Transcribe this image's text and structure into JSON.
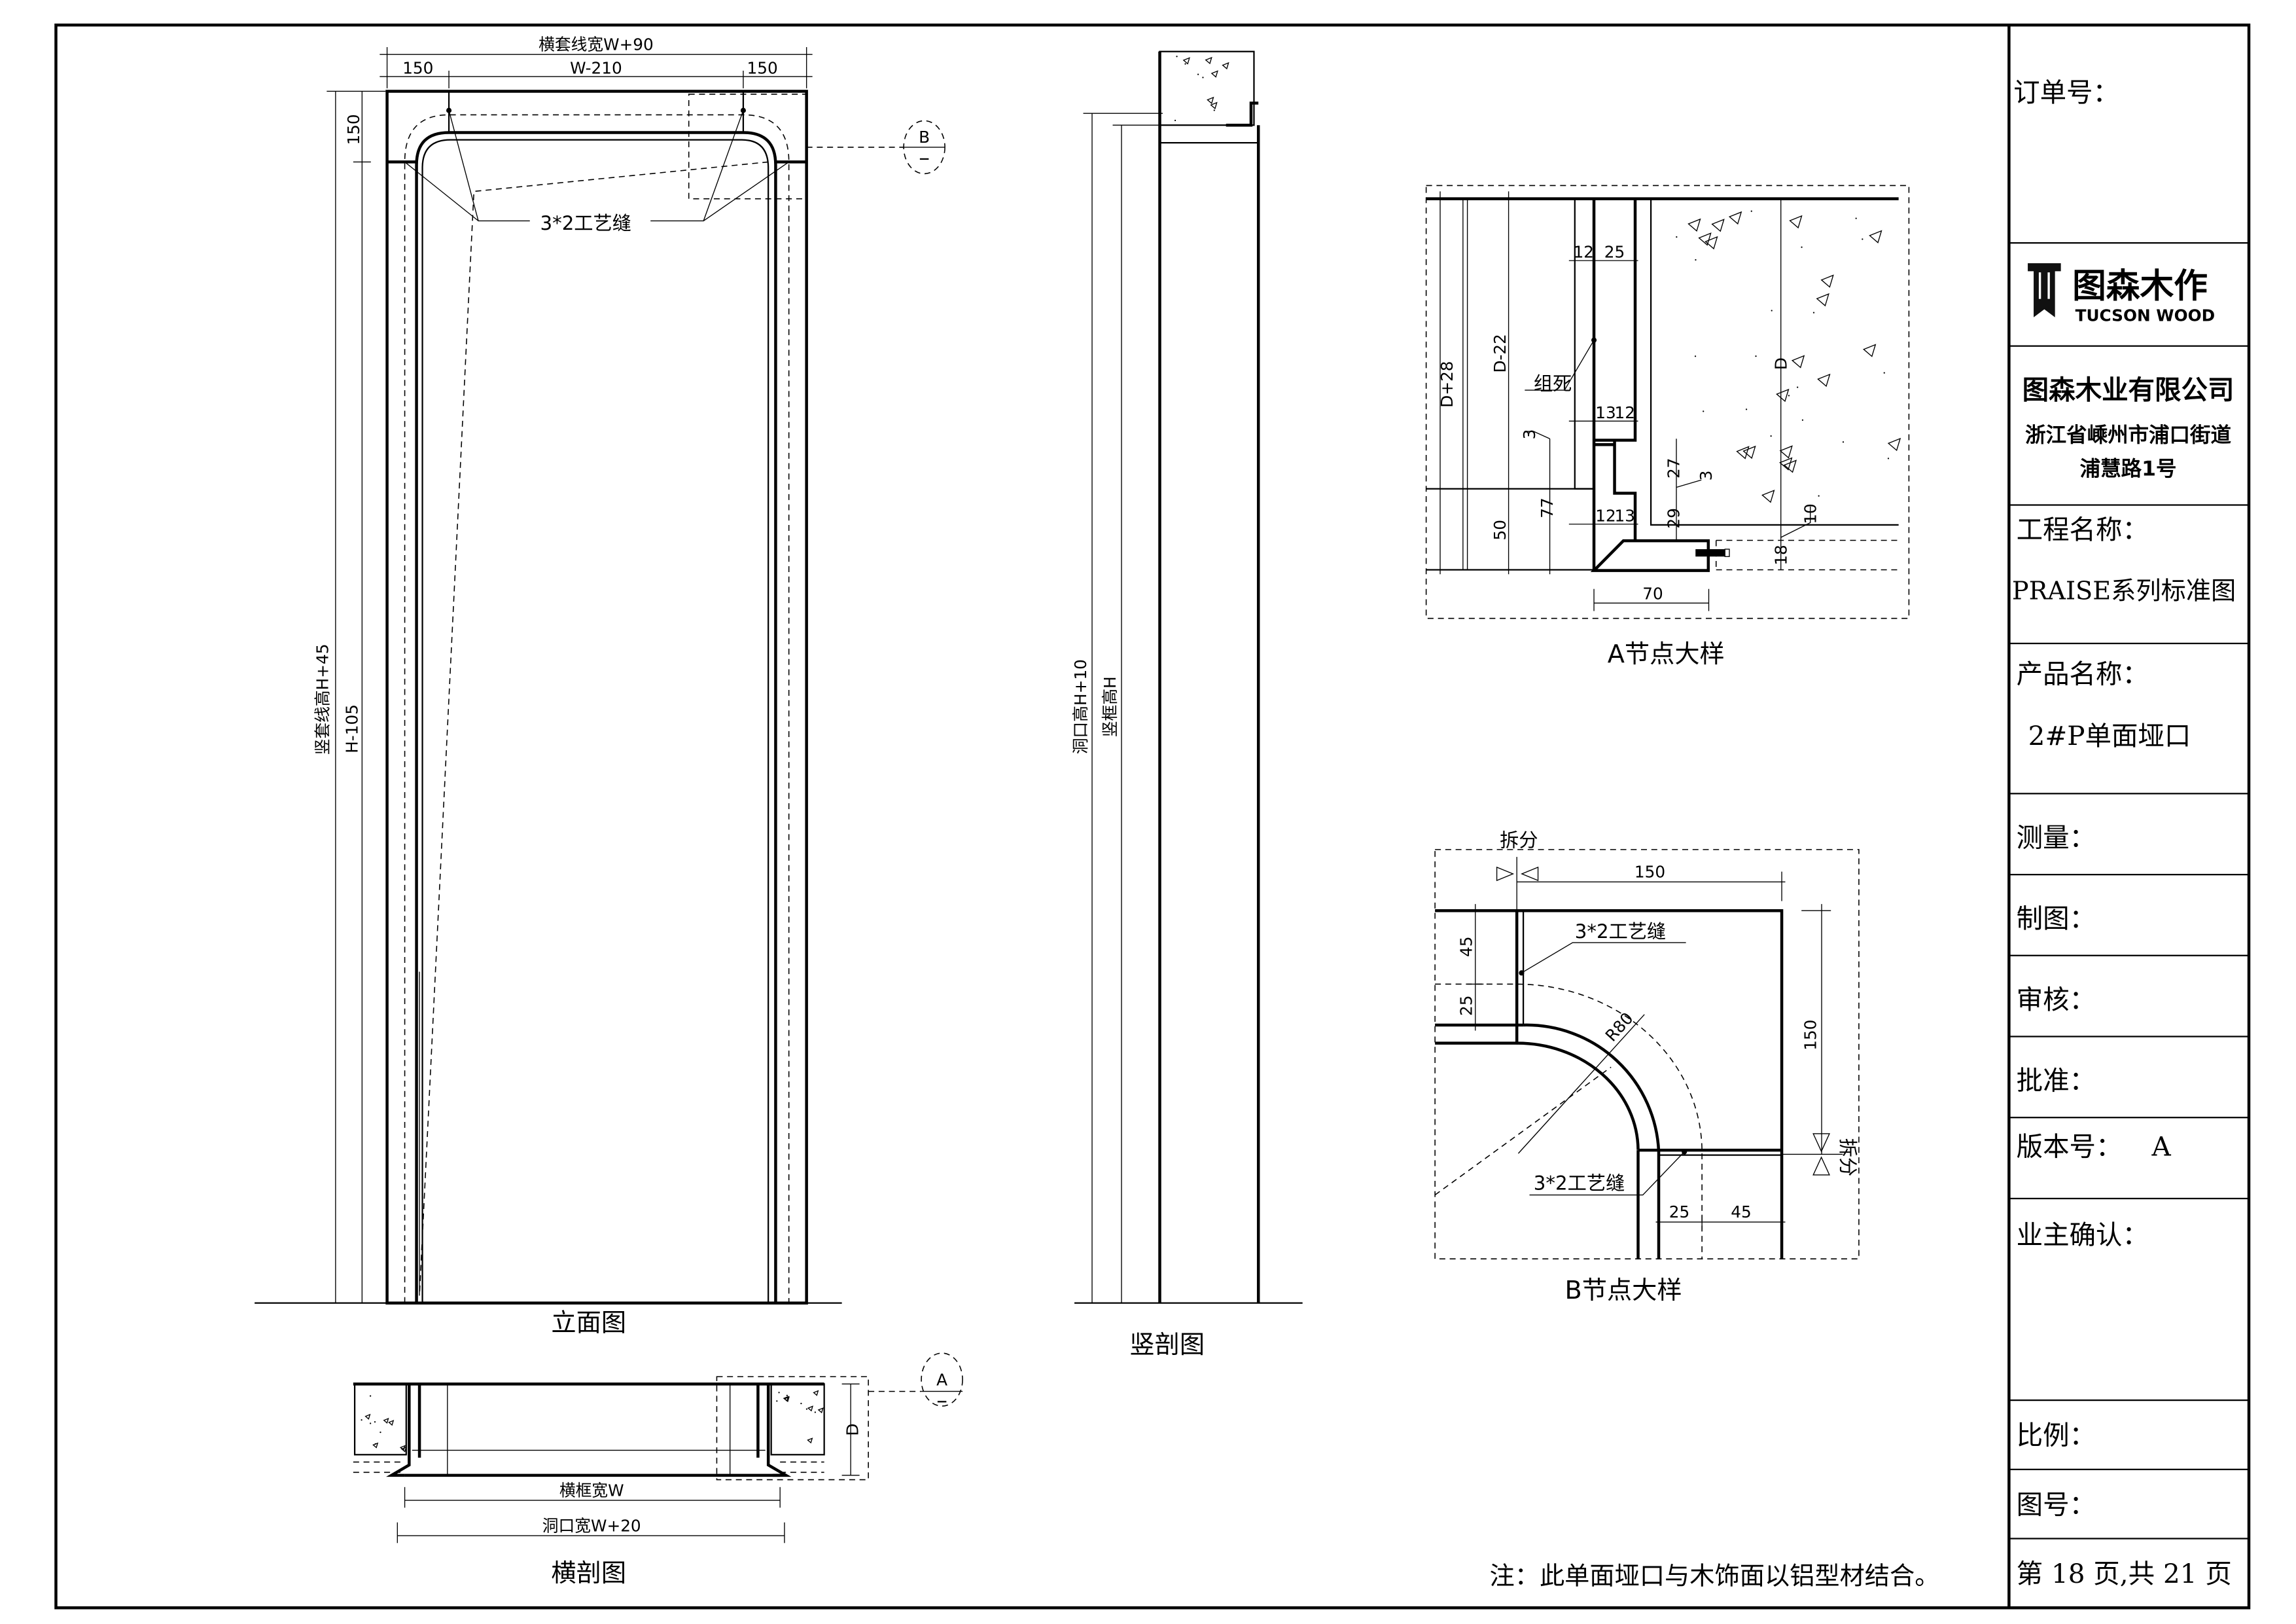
{
  "title_block": {
    "order_no_label": "订单号：",
    "logo": {
      "cn": "图森木作",
      "en": "TUCSON WOOD"
    },
    "company": "图森木业有限公司",
    "address_line1": "浙江省嵊州市浦口街道",
    "address_line2": "浦慧路1号",
    "project_label": "工程名称：",
    "project_value": "PRAISE系列标准图",
    "product_label": "产品名称：",
    "product_value": "2#P单面垭口",
    "measure_label": "测量：",
    "drawing_label": "制图：",
    "review_label": "审核：",
    "approve_label": "批准：",
    "version_label": "版本号：",
    "version_value": "A",
    "owner_confirm_label": "业主确认：",
    "scale_label": "比例：",
    "drawing_no_label": "图号：",
    "page_info": "第 18 页,共 21 页"
  },
  "elevation": {
    "title": "立面图",
    "overall_width": "横套线宽W+90",
    "left_width": "150",
    "middle_width": "W-210",
    "right_width": "150",
    "top_height": "150",
    "casing_height": "竖套线高H+45",
    "inner_height": "H-105",
    "gap_note": "3*2工艺缝",
    "callout": "B"
  },
  "vertical_section": {
    "title": "竖剖图",
    "opening_height": "洞口高H+10",
    "frame_height": "竖框高H"
  },
  "horizontal_section": {
    "title": "横剖图",
    "frame_width": "横框宽W",
    "opening_width": "洞口宽W+20",
    "depth": "D",
    "callout": "A"
  },
  "detail_a": {
    "title": "A节点大样",
    "d_plus_28": "D+28",
    "d_minus_22": "D-22",
    "dim_12a": "12",
    "dim_25": "25",
    "fixed_note": "组死",
    "dim_13a": "13",
    "dim_12b": "12",
    "dim_3a": "3",
    "dim_77": "77",
    "dim_50": "50",
    "dim_27": "27",
    "dim_3b": "3",
    "dim_29": "29",
    "dim_12c": "12",
    "dim_13b": "13",
    "dim_d": "D",
    "dim_10": "10",
    "dim_18": "18",
    "dim_70": "70"
  },
  "detail_b": {
    "title": "B节点大样",
    "split_top": "拆分",
    "width_150": "150",
    "dim_45_left": "45",
    "dim_25_left": "25",
    "gap_note_top": "3*2工艺缝",
    "radius": "R80",
    "height_150": "150",
    "split_right": "拆分",
    "gap_note_bottom": "3*2工艺缝",
    "dim_25_bottom": "25",
    "dim_45_bottom": "45"
  },
  "note": "注：此单面垭口与木饰面以铝型材结合。"
}
